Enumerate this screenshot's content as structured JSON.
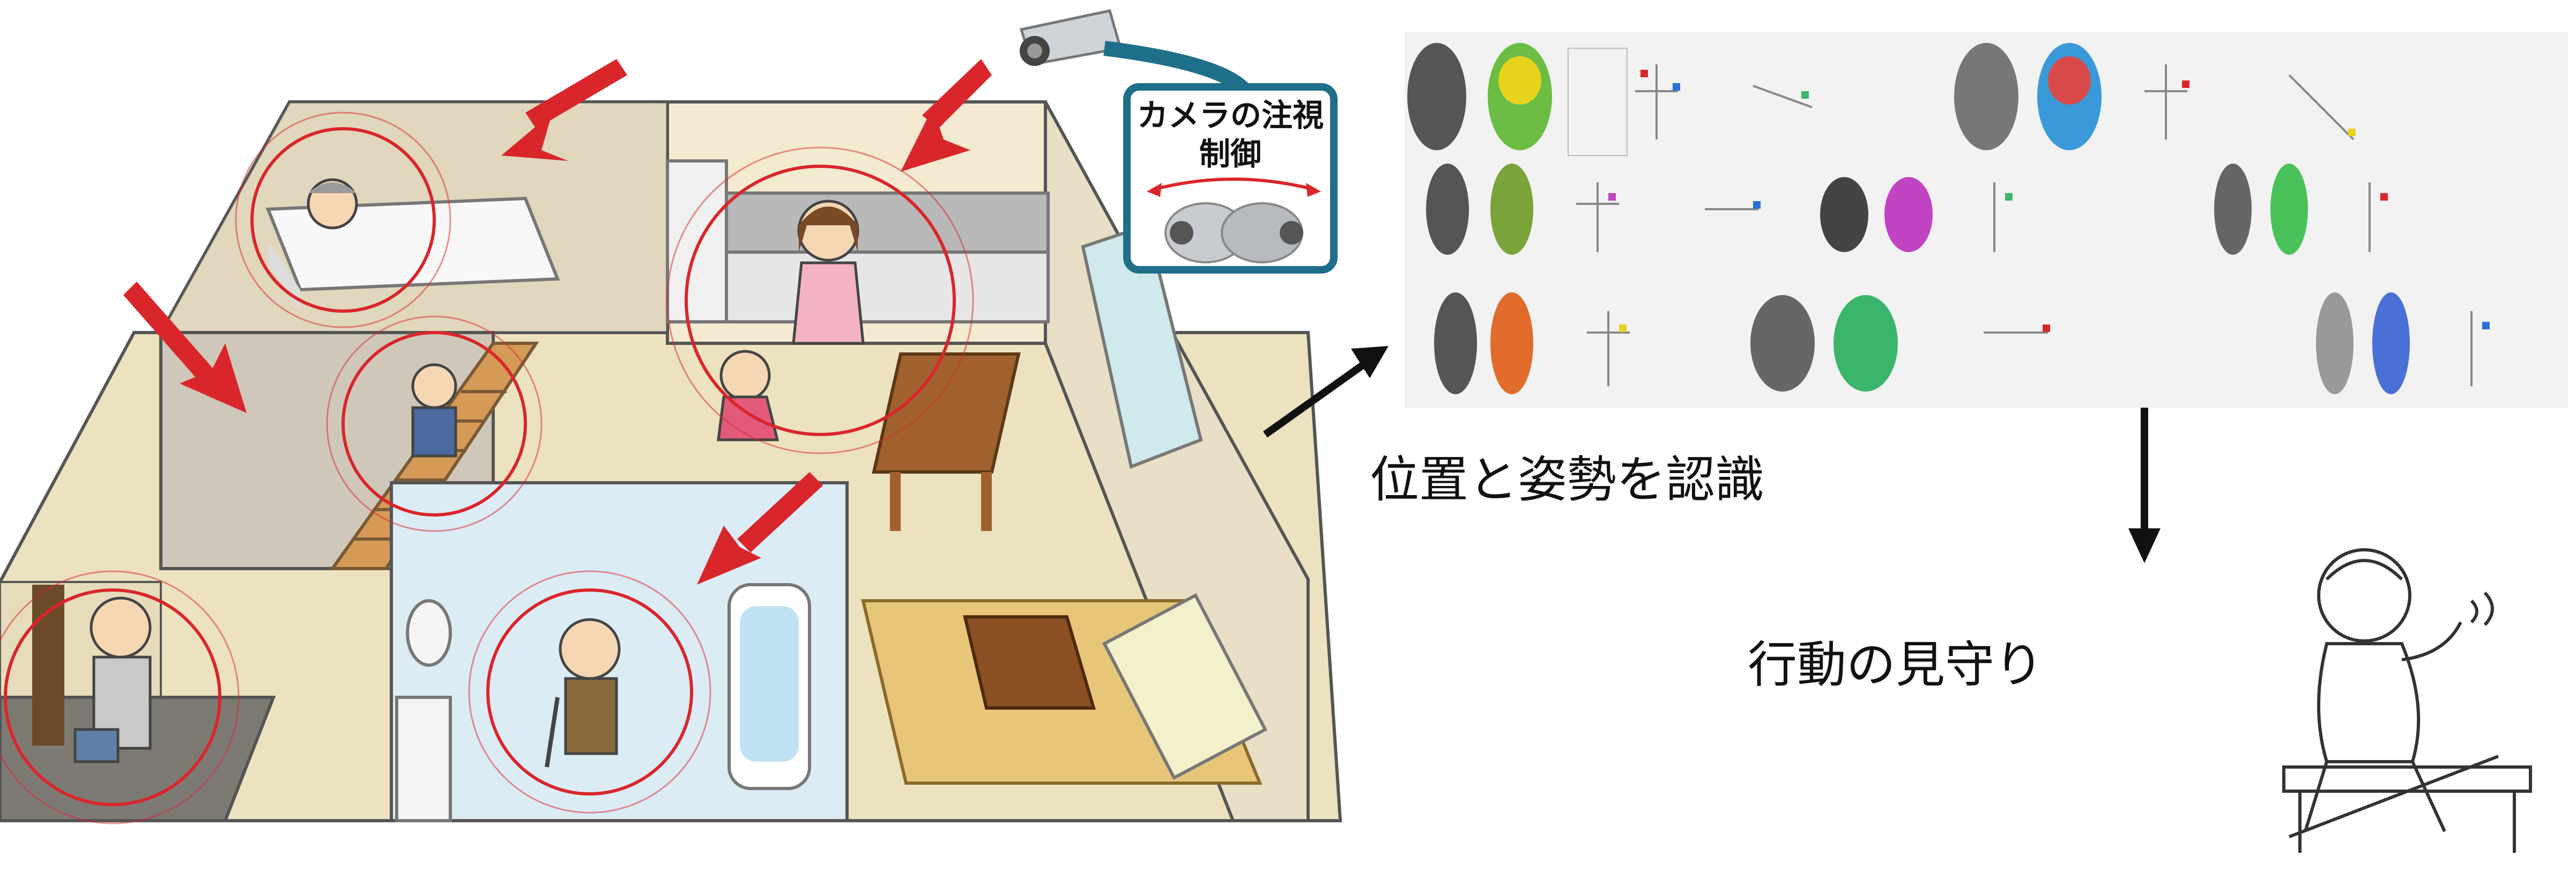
{
  "callout": {
    "line1": "カメラの注視",
    "line2": "制御"
  },
  "labels": {
    "recognition": "位置と姿勢を認識",
    "monitoring": "行動の見守り"
  },
  "colors": {
    "accent_red": "#d9262b",
    "callout_border": "#1f6f8b",
    "floor": "#efe3b8",
    "wall": "#d9d2c4",
    "bath_blue": "#cfe6f2"
  },
  "icons": [
    "surveillance-camera-icon",
    "arrow-icon",
    "target-ring-icon",
    "person-icon"
  ]
}
